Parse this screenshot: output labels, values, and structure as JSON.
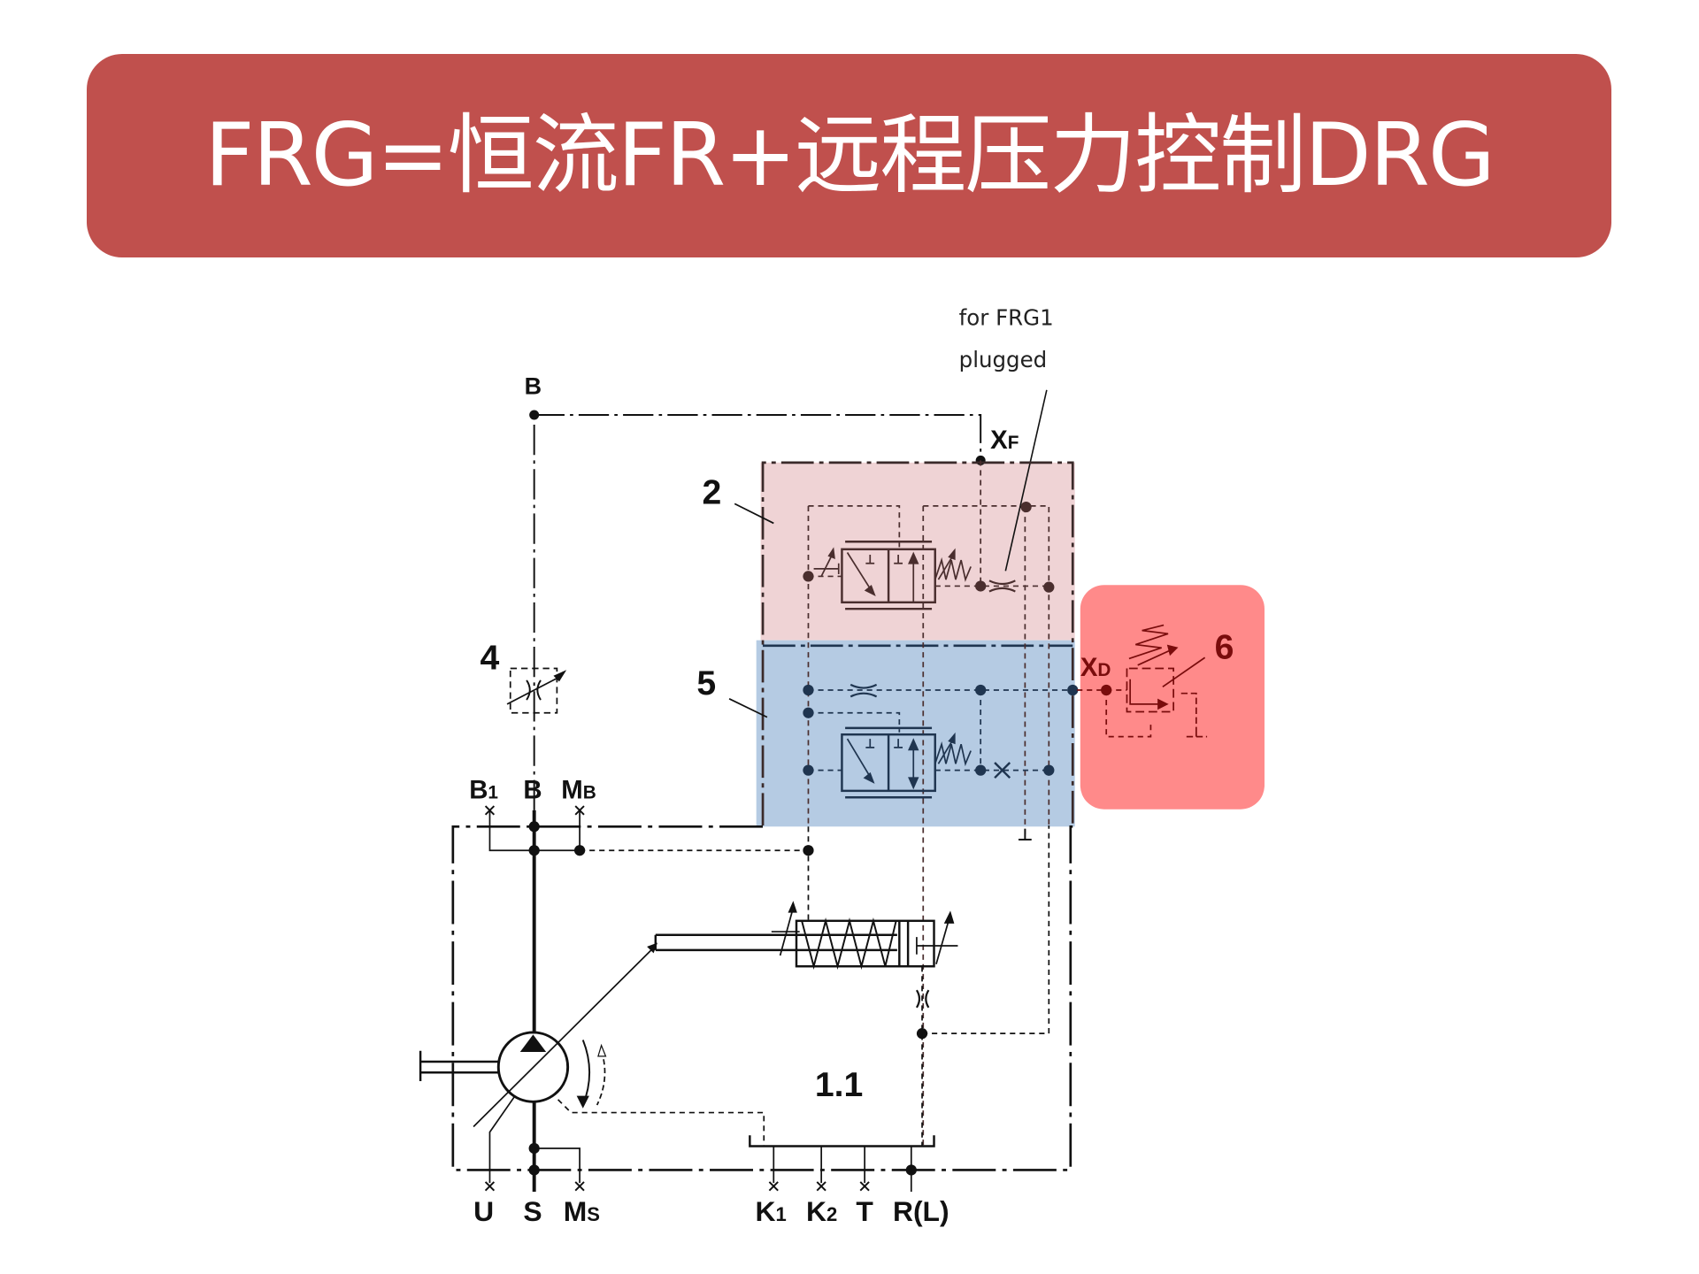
{
  "title": "FRG=恒流FR+远程压力控制DRG",
  "colors": {
    "title_bg": "#C0504D",
    "region_flow_controller": "#EFD3D5",
    "region_pressure_controller": "#B5CBE3",
    "region_remote_valve": "#FF8A8A",
    "remote_valve_lines": "#7A0C0C"
  },
  "diagram": {
    "annotation": {
      "line1": "for FRG1",
      "line2": "plugged"
    },
    "ports": {
      "B_top": "B",
      "XF": {
        "main": "X",
        "sub": "F"
      },
      "XD": {
        "main": "X",
        "sub": "D"
      },
      "B1": {
        "main": "B",
        "sub": "1"
      },
      "B": "B",
      "MB": {
        "main": "M",
        "sub": "B"
      },
      "U": "U",
      "S": "S",
      "MS": {
        "main": "M",
        "sub": "S"
      },
      "K1": {
        "main": "K",
        "sub": "1"
      },
      "K2": {
        "main": "K",
        "sub": "2"
      },
      "T": "T",
      "RL": "R(L)"
    },
    "components": {
      "flow_controller": "2",
      "orifice": "4",
      "pressure_controller": "5",
      "remote_pressure_valve": "6",
      "pump": "1.1"
    }
  }
}
